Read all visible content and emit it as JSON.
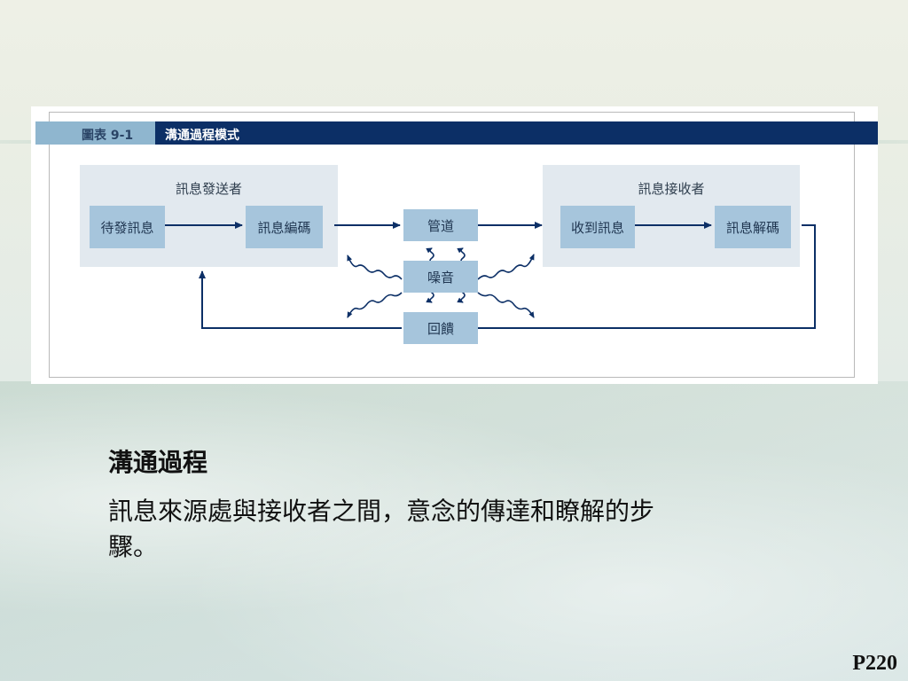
{
  "figure": {
    "number": "圖表 9-1",
    "title": "溝通過程模式"
  },
  "diagram": {
    "sender_group": "訊息發送者",
    "receiver_group": "訊息接收者",
    "message_to_send": "待發訊息",
    "encoding": "訊息編碼",
    "channel": "管道",
    "noise": "噪音",
    "feedback": "回饋",
    "message_received": "收到訊息",
    "decoding": "訊息解碼"
  },
  "text": {
    "heading": "溝通過程",
    "description": "訊息來源處與接收者之間，意念的傳達和瞭解的步驟。"
  },
  "page": {
    "number": "P220"
  },
  "colors": {
    "header_navy": "#0c2f66",
    "header_light_blue": "#8fb6cf",
    "box_fill": "#a6c5dc",
    "region_fill": "#e2e9ef",
    "arrow": "#0c2f66"
  }
}
